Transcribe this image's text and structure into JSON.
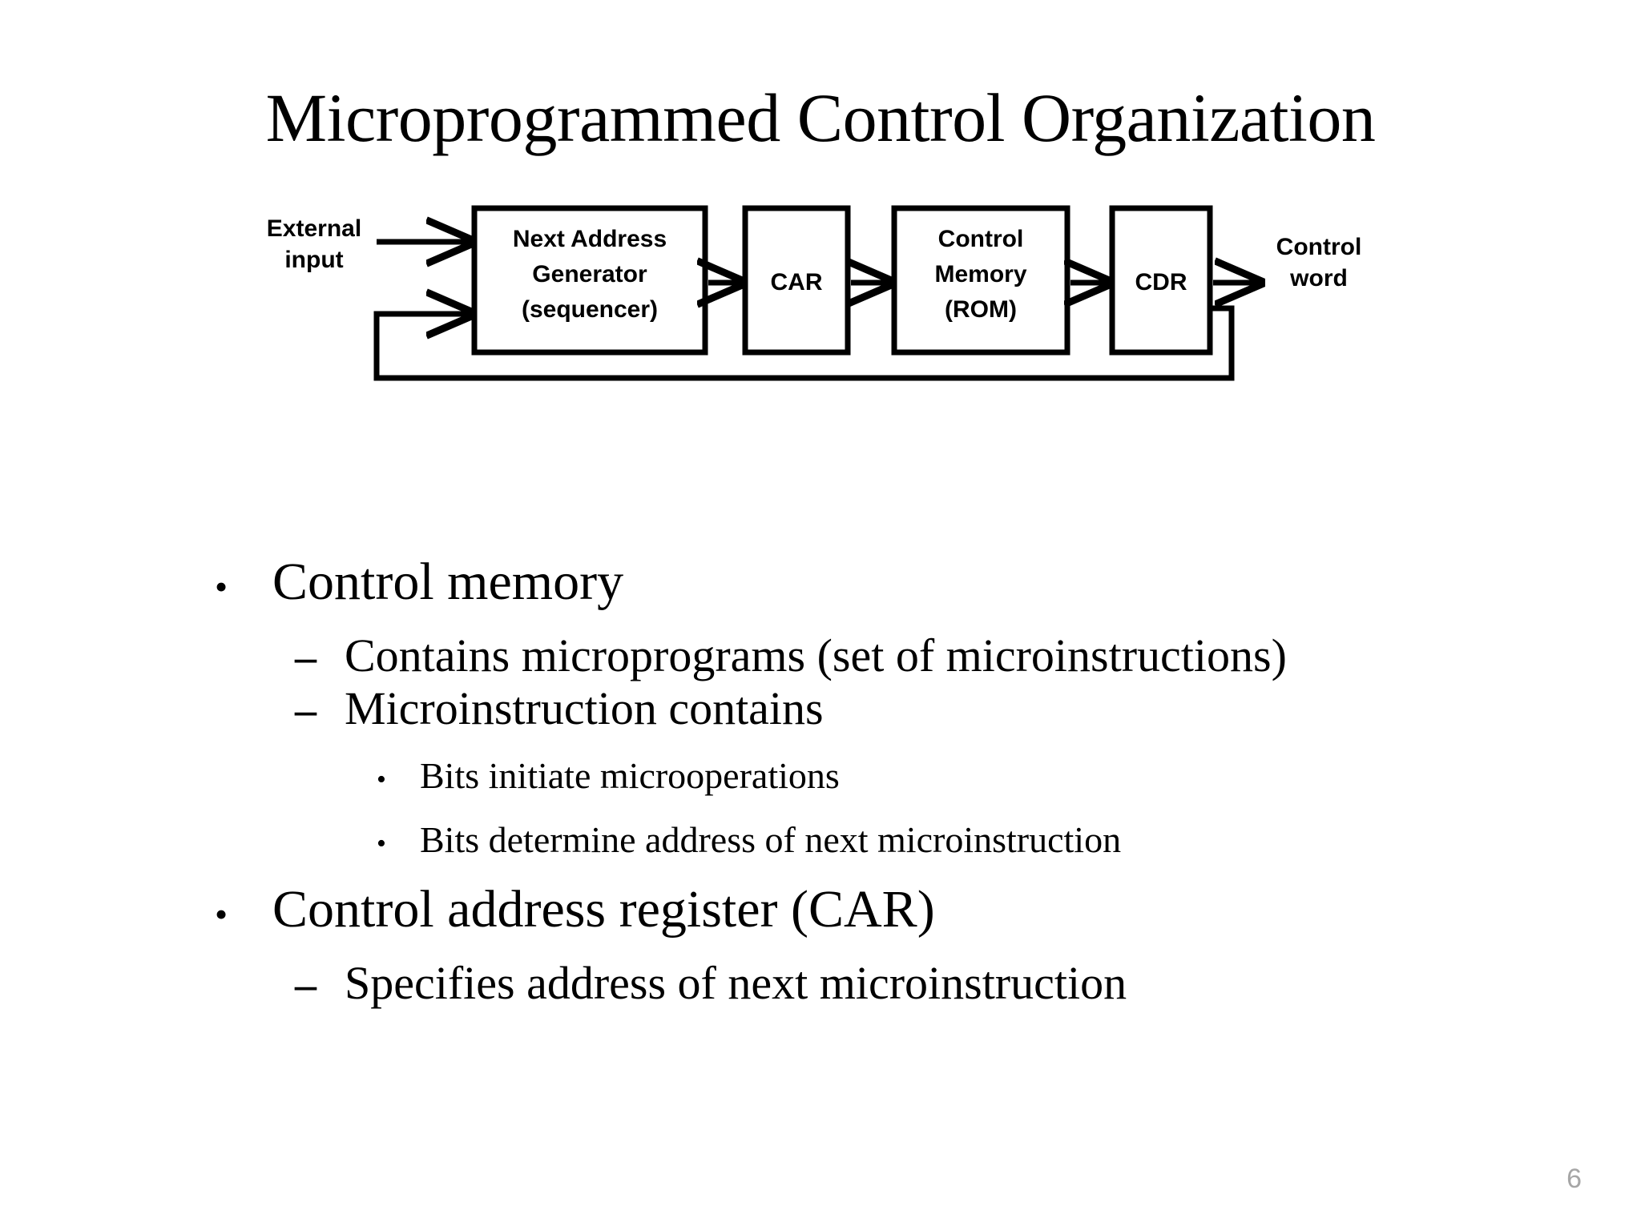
{
  "slide": {
    "title": "Microprogrammed Control Organization",
    "page_number": "6",
    "page_number_color": "#a6a6a6",
    "background_color": "#ffffff",
    "line_color": "#000000"
  },
  "diagram": {
    "name": "microprogrammed-control-block-diagram",
    "labels": {
      "external_input_line1": "External",
      "external_input_line2": "input",
      "control_word_line1": "Control",
      "control_word_line2": "word"
    },
    "blocks": [
      {
        "id": "next-address-generator",
        "line1": "Next Address",
        "line2": "Generator",
        "line3": "(sequencer)"
      },
      {
        "id": "car",
        "line1": "CAR",
        "line2": "",
        "line3": ""
      },
      {
        "id": "control-memory",
        "line1": "Control",
        "line2": "Memory",
        "line3": "(ROM)"
      },
      {
        "id": "cdr",
        "line1": "CDR",
        "line2": "",
        "line3": ""
      }
    ]
  },
  "content": {
    "bullets": [
      {
        "level": 1,
        "marker": "•",
        "text": "Control memory"
      },
      {
        "level": 2,
        "marker": "–",
        "text": "Contains microprograms (set of microinstructions)"
      },
      {
        "level": 2,
        "marker": "–",
        "text": "Microinstruction contains"
      },
      {
        "level": 3,
        "marker": "•",
        "text": "Bits initiate microoperations"
      },
      {
        "level": 3,
        "marker": "•",
        "text": "Bits determine address of next microinstruction"
      },
      {
        "level": 1,
        "marker": "•",
        "text": "Control address register (CAR)"
      },
      {
        "level": 2,
        "marker": "–",
        "text": "Specifies address of next microinstruction"
      }
    ]
  }
}
